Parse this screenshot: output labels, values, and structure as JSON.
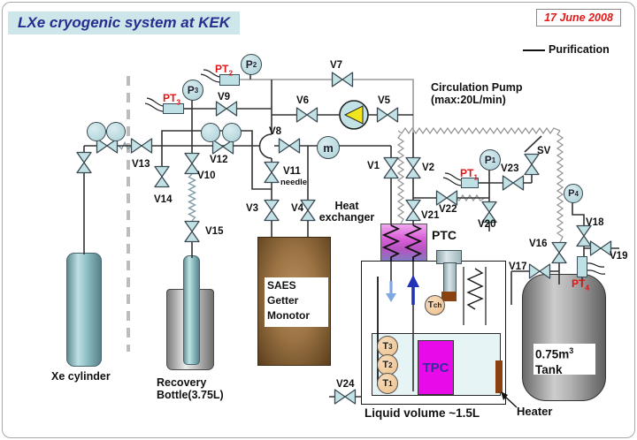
{
  "slide": {
    "title": "LXe cryogenic system at KEK",
    "date": "17 June 2008"
  },
  "legend": {
    "purification": "Purification"
  },
  "pump_label": {
    "line1": "Circulation Pump",
    "line2": "(max:20L/min)"
  },
  "valves": {
    "v1": "V1",
    "v2": "V2",
    "v3": "V3",
    "v4": "V4",
    "v5": "V5",
    "v6": "V6",
    "v7": "V7",
    "v8": "V8",
    "v9": "V9",
    "v10": "V10",
    "v11": "V11",
    "v11_type": "needle",
    "v12": "V12",
    "v13": "V13",
    "v14": "V14",
    "v15": "V15",
    "v16": "V16",
    "v17": "V17",
    "v18": "V18",
    "v19": "V19",
    "v20": "V20",
    "v21": "V21",
    "v22": "V22",
    "v23": "V23",
    "v24": "V24",
    "sv": "SV"
  },
  "gauges": {
    "p1": {
      "main": "P",
      "sub": "1"
    },
    "p2": {
      "main": "P",
      "sub": "2"
    },
    "p3": {
      "main": "P",
      "sub": "3"
    },
    "p4": {
      "main": "P",
      "sub": "4"
    },
    "flow_meter": "m"
  },
  "pressure_transmitters": {
    "pt1": {
      "main": "PT",
      "sub": "1"
    },
    "pt2": {
      "main": "PT",
      "sub": "2"
    },
    "pt3": {
      "main": "PT",
      "sub": "3"
    },
    "pt4": {
      "main": "PT",
      "sub": "4"
    }
  },
  "temperature_sensors": {
    "t1": {
      "main": "T",
      "sub": "1"
    },
    "t2": {
      "main": "T",
      "sub": "2"
    },
    "t3": {
      "main": "T",
      "sub": "3"
    },
    "tch": {
      "main": "T",
      "sub": "ch"
    }
  },
  "equipment": {
    "heat_exchanger": {
      "line1": "Heat",
      "line2": "exchanger"
    },
    "ptc": "PTC",
    "saes_getter": {
      "line1": "SAES",
      "line2": "Getter",
      "line3": "Monotor"
    },
    "xe_cylinder": "Xe cylinder",
    "recovery_bottle": {
      "line1": "Recovery",
      "line2": "Bottle(3.75L)"
    },
    "tank": {
      "line1_main": "0.75m",
      "line1_sup": "3",
      "line2": "Tank"
    },
    "tpc": "TPC",
    "liquid_volume": "Liquid volume ~1.5L",
    "heater": "Heater"
  },
  "colors": {
    "title_bg": "#cde6ea",
    "title_text": "#252e8e",
    "date_red": "#e21a1a",
    "pt_label_red": "#e01515",
    "valve_fill": "#c3e2e6",
    "tpc_magenta": "#e80ae8",
    "hx_purple": "#d85cd8",
    "insulated_line": "#979797",
    "pump_triangle": "#f2e51e"
  }
}
